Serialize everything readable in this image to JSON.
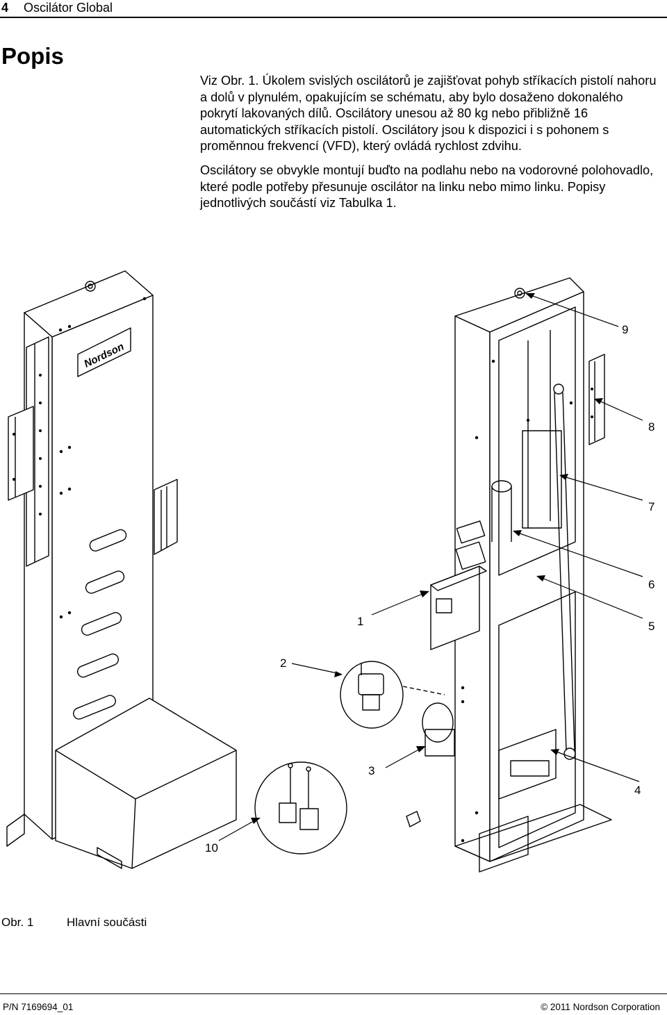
{
  "header": {
    "page_number": "4",
    "title": "Oscilátor Global"
  },
  "section": {
    "heading": "Popis",
    "paragraphs": [
      "Viz Obr. 1. Úkolem svislých oscilátorů je zajišťovat pohyb stříkacích pistolí nahoru a dolů v plynulém, opakujícím se schématu, aby bylo dosaženo dokonalého pokrytí lakovaných dílů. Oscilátory unesou až 80 kg nebo přibližně 16 automatických stříkacích pistolí. Oscilátory jsou k dispozici i s pohonem s proměnnou frekvencí (VFD), který ovládá rychlost zdvihu.",
      "Oscilátory se obvykle montují buďto na podlahu nebo na vodorovné polohovadlo, které podle potřeby přesunuje oscilátor na linku nebo mimo linku. Popisy jednotlivých součástí viz Tabulka 1."
    ]
  },
  "figure": {
    "callouts": [
      "1",
      "2",
      "3",
      "4",
      "5",
      "6",
      "7",
      "8",
      "9",
      "10"
    ],
    "logo_text": "Nordson",
    "caption_number": "Obr. 1",
    "caption_title": "Hlavní součásti"
  },
  "footer": {
    "part_number": "P/N  7169694_01",
    "copyright": "© 2011 Nordson Corporation"
  }
}
